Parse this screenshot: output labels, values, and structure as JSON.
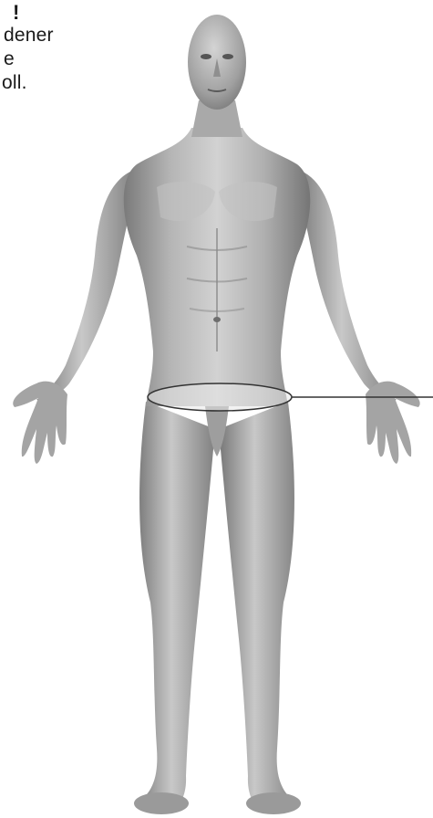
{
  "text_lines": [
    "!",
    "dener",
    "e",
    "oll."
  ],
  "colors": {
    "skin_light": "#d6d6d6",
    "skin_mid": "#a8a8a8",
    "skin_dark": "#6e6e6e",
    "callout_line": "#333333",
    "ellipse_fill": "#e8e8e8"
  }
}
